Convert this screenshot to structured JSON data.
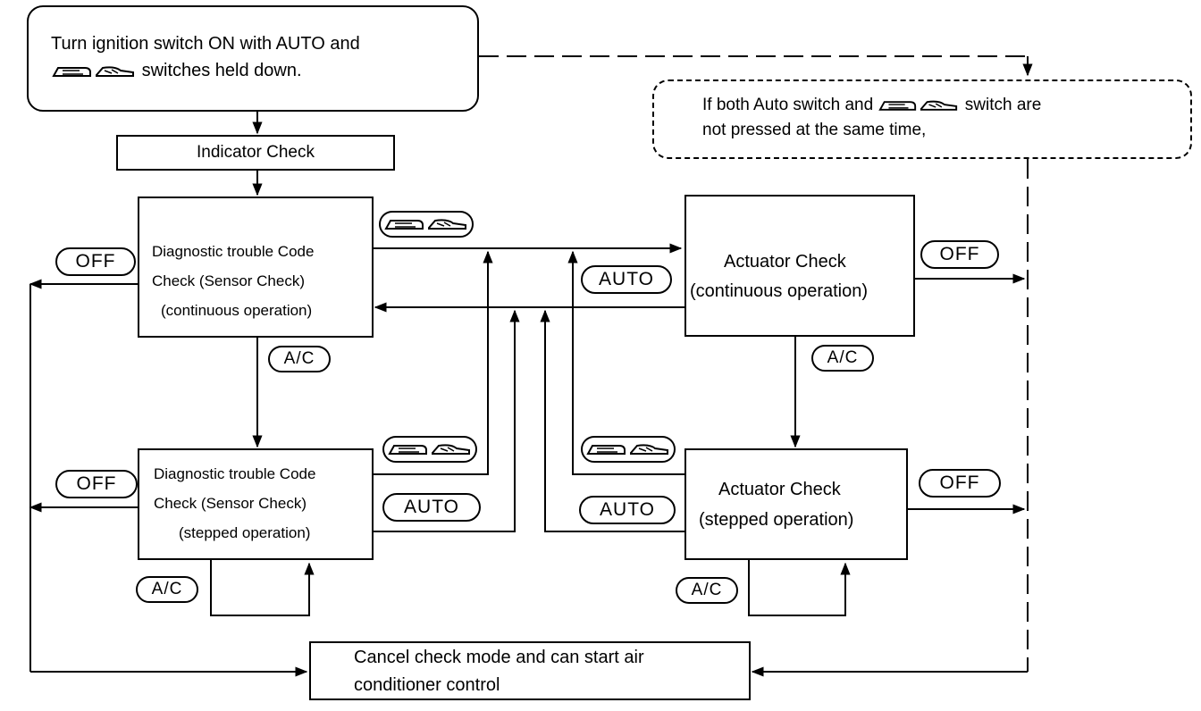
{
  "start": {
    "line1": "Turn ignition switch ON with AUTO and",
    "line2": "switches held down."
  },
  "note": {
    "line1_a": "If both Auto switch and",
    "line1_b": "switch are",
    "line2": "not pressed at the same time,"
  },
  "indicator_check": "Indicator Check",
  "dtc_continuous": {
    "line1": "Diagnostic trouble Code",
    "line2": "Check (Sensor Check)",
    "line3": "(continuous operation)"
  },
  "dtc_stepped": {
    "line1": "Diagnostic trouble Code",
    "line2": "Check (Sensor Check)",
    "line3": "(stepped operation)"
  },
  "actuator_continuous": {
    "line1": "Actuator Check",
    "line2": "(continuous operation)"
  },
  "actuator_stepped": {
    "line1": "Actuator Check",
    "line2": "(stepped operation)"
  },
  "cancel": {
    "line1": "Cancel check mode and can start air",
    "line2": "conditioner control"
  },
  "switch_labels": {
    "off": "OFF",
    "auto": "AUTO",
    "ac": "A/C"
  },
  "icons": {
    "temp_switch": "temperature-switch-icon",
    "fan_switch": "fan-switch-icon"
  }
}
